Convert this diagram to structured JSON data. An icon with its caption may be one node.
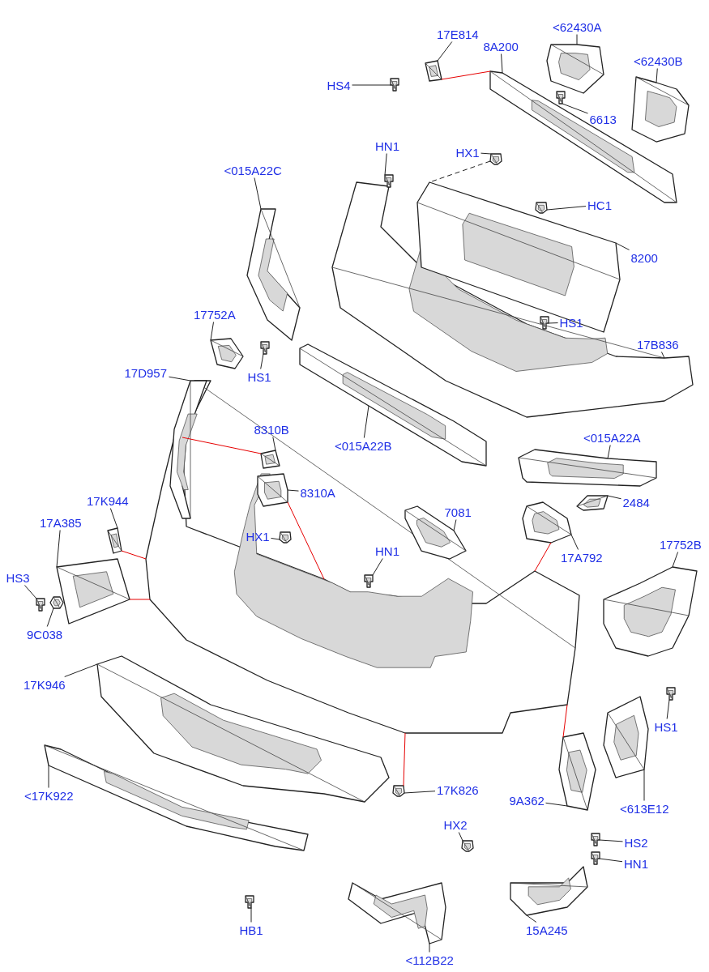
{
  "diagram": {
    "nodes": [
      {
        "text": [
          "17E814"
        ]
      },
      {
        "text": [],
        "shape": "picture"
      },
      {
        "text": [
          "HS4"
        ]
      },
      {
        "text": [],
        "shape": "picture"
      },
      {
        "text": [
          "8A200"
        ]
      },
      {
        "text": [],
        "shape": "picture"
      },
      {
        "text": [
          "<62430A"
        ]
      },
      {
        "text": [],
        "shape": "picture"
      },
      {
        "text": [
          "6613"
        ]
      },
      {
        "text": [],
        "shape": "picture"
      },
      {
        "text": [
          "<62430B"
        ]
      },
      {
        "text": [],
        "shape": "picture"
      },
      {
        "text": [
          "HN1"
        ]
      },
      {
        "text": [],
        "shape": "picture"
      },
      {
        "text": [
          "HX1"
        ]
      },
      {
        "text": [],
        "shape": "picture"
      },
      {
        "text": [
          "<015A22C"
        ]
      },
      {
        "text": [],
        "shape": "picture"
      },
      {
        "text": [
          "HC1"
        ]
      },
      {
        "text": [],
        "shape": "picture"
      },
      {
        "text": [
          "8200"
        ]
      },
      {
        "text": [],
        "shape": "picture"
      },
      {
        "text": [
          "17752A"
        ]
      },
      {
        "text": [],
        "shape": "picture"
      },
      {
        "text": [
          "HS1"
        ]
      },
      {
        "text": [],
        "shape": "picture"
      },
      {
        "text": [
          "HS1"
        ]
      },
      {
        "text": [],
        "shape": "picture"
      },
      {
        "text": [
          "17B836"
        ]
      },
      {
        "text": [],
        "shape": "picture"
      },
      {
        "text": [
          "17D957"
        ]
      },
      {
        "text": [],
        "shape": "picture"
      },
      {
        "text": [
          "8310B"
        ]
      },
      {
        "text": [],
        "shape": "picture"
      },
      {
        "text": [
          "8310A"
        ]
      },
      {
        "text": [],
        "shape": "picture"
      },
      {
        "text": [
          "<015A22B"
        ]
      },
      {
        "text": [],
        "shape": "picture"
      },
      {
        "text": [
          "<015A22A"
        ]
      },
      {
        "text": [],
        "shape": "picture"
      },
      {
        "text": [
          "2484"
        ]
      },
      {
        "text": [],
        "shape": "picture"
      },
      {
        "text": [
          "17K944"
        ]
      },
      {
        "text": [],
        "shape": "picture"
      },
      {
        "text": [
          "7081"
        ]
      },
      {
        "text": [],
        "shape": "picture"
      },
      {
        "text": [
          "HX1"
        ]
      },
      {
        "text": [],
        "shape": "picture"
      },
      {
        "text": [
          "17A385"
        ]
      },
      {
        "text": [],
        "shape": "picture"
      },
      {
        "text": [
          "HN1"
        ]
      },
      {
        "text": [],
        "shape": "picture"
      },
      {
        "text": [
          "17A792"
        ]
      },
      {
        "text": [],
        "shape": "picture"
      },
      {
        "text": [
          "17752B"
        ]
      },
      {
        "text": [],
        "shape": "picture"
      },
      {
        "text": [
          "HS3"
        ]
      },
      {
        "text": [],
        "shape": "picture"
      },
      {
        "text": [
          "9C038"
        ]
      },
      {
        "text": [],
        "shape": "picture"
      },
      {
        "text": [
          "17K946"
        ]
      },
      {
        "text": [],
        "shape": "picture"
      },
      {
        "text": [
          "HS1"
        ]
      },
      {
        "text": [],
        "shape": "picture"
      },
      {
        "text": [
          "17K826"
        ]
      },
      {
        "text": [],
        "shape": "picture"
      },
      {
        "text": [
          "<17K922"
        ]
      },
      {
        "text": [],
        "shape": "picture"
      },
      {
        "text": [
          "9A362"
        ]
      },
      {
        "text": [],
        "shape": "picture"
      },
      {
        "text": [
          "<613E12"
        ]
      },
      {
        "text": [],
        "shape": "picture"
      },
      {
        "text": [
          "HX2"
        ]
      },
      {
        "text": [],
        "shape": "picture"
      },
      {
        "text": [
          "HS2"
        ]
      },
      {
        "text": [],
        "shape": "picture"
      },
      {
        "text": [
          "HN1"
        ]
      },
      {
        "text": [],
        "shape": "picture"
      },
      {
        "text": [
          "HB1"
        ]
      },
      {
        "text": [],
        "shape": "picture"
      },
      {
        "text": [
          "<112B22"
        ]
      },
      {
        "text": [],
        "shape": "picture"
      },
      {
        "text": [
          "15A245"
        ]
      },
      {
        "text": [],
        "shape": "picture"
      },
      {
        "text": [],
        "shape": "picture"
      }
    ],
    "edges": [
      {
        "from": 0,
        "to": 1,
        "arrow": "none"
      },
      {
        "from": 2,
        "to": 3,
        "arrow": "none"
      },
      {
        "from": 4,
        "to": 5,
        "arrow": "none"
      },
      {
        "from": 6,
        "to": 7,
        "arrow": "none"
      },
      {
        "from": 8,
        "to": 9,
        "arrow": "none"
      },
      {
        "from": 10,
        "to": 11,
        "arrow": "none"
      },
      {
        "from": 12,
        "to": 13,
        "arrow": "none"
      },
      {
        "from": 14,
        "to": 15,
        "arrow": "none"
      },
      {
        "from": 16,
        "to": 17,
        "arrow": "none"
      },
      {
        "from": 18,
        "to": 19,
        "arrow": "none"
      },
      {
        "from": 20,
        "to": 21,
        "arrow": "none"
      },
      {
        "from": 22,
        "to": 23,
        "arrow": "none"
      },
      {
        "from": 24,
        "to": 25,
        "arrow": "none"
      },
      {
        "from": 26,
        "to": 27,
        "arrow": "none"
      },
      {
        "from": 28,
        "to": 29,
        "arrow": "none"
      },
      {
        "from": 30,
        "to": 31,
        "arrow": "none"
      },
      {
        "from": 32,
        "to": 33,
        "arrow": "none"
      },
      {
        "from": 34,
        "to": 35,
        "arrow": "none"
      },
      {
        "from": 36,
        "to": 37,
        "arrow": "none"
      },
      {
        "from": 38,
        "to": 39,
        "arrow": "none"
      },
      {
        "from": 40,
        "to": 41,
        "arrow": "none"
      },
      {
        "from": 42,
        "to": 43,
        "arrow": "none"
      },
      {
        "from": 44,
        "to": 45,
        "arrow": "none"
      },
      {
        "from": 46,
        "to": 47,
        "arrow": "none"
      },
      {
        "from": 48,
        "to": 49,
        "arrow": "none"
      },
      {
        "from": 50,
        "to": 51,
        "arrow": "none"
      },
      {
        "from": 52,
        "to": 53,
        "arrow": "none"
      },
      {
        "from": 54,
        "to": 55,
        "arrow": "none"
      },
      {
        "from": 56,
        "to": 57,
        "arrow": "none"
      },
      {
        "from": 58,
        "to": 59,
        "arrow": "none"
      },
      {
        "from": 60,
        "to": 61,
        "arrow": "none"
      },
      {
        "from": 62,
        "to": 63,
        "arrow": "none"
      },
      {
        "from": 64,
        "to": 65,
        "arrow": "none"
      },
      {
        "from": 66,
        "to": 67,
        "arrow": "none"
      },
      {
        "from": 68,
        "to": 69,
        "arrow": "none"
      },
      {
        "from": 70,
        "to": 71,
        "arrow": "none"
      },
      {
        "from": 72,
        "to": 73,
        "arrow": "none"
      },
      {
        "from": 74,
        "to": 75,
        "arrow": "none"
      },
      {
        "from": 76,
        "to": 77,
        "arrow": "none"
      },
      {
        "from": 78,
        "to": 79,
        "arrow": "none"
      },
      {
        "from": 80,
        "to": 81,
        "arrow": "none"
      },
      {
        "from": 82,
        "to": 83,
        "arrow": "none"
      },
      {
        "from": 1,
        "to": 5,
        "arrow": "none",
        "color": "#e60000"
      },
      {
        "from": 33,
        "to": 84,
        "arrow": "none",
        "color": "#e60000"
      },
      {
        "from": 35,
        "to": 84,
        "arrow": "none",
        "color": "#e60000"
      },
      {
        "from": 43,
        "to": 84,
        "arrow": "none",
        "color": "#e60000"
      },
      {
        "from": 49,
        "to": 84,
        "arrow": "none",
        "color": "#e60000"
      },
      {
        "from": 53,
        "to": 84,
        "arrow": "none",
        "color": "#e60000"
      },
      {
        "from": 65,
        "to": 84,
        "arrow": "none",
        "color": "#e60000"
      },
      {
        "from": 69,
        "to": 84,
        "arrow": "none",
        "color": "#e60000"
      },
      {
        "from": 15,
        "to": 21,
        "arrow": "none",
        "style": "dashed"
      }
    ]
  }
}
